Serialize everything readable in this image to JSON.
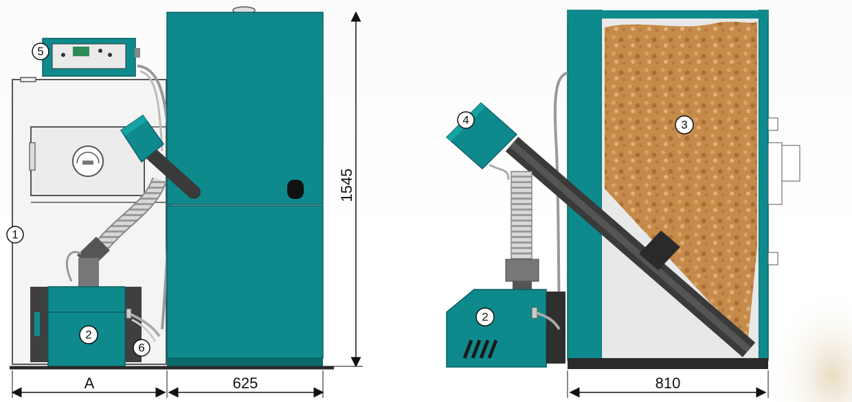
{
  "callouts": {
    "c1": "1",
    "c2_front": "2",
    "c2_side": "2",
    "c3": "3",
    "c4": "4",
    "c5": "5",
    "c6": "6"
  },
  "dimensions": {
    "height": "1545",
    "width_a": "A",
    "width_hopper": "625",
    "depth_hopper": "810"
  },
  "colors": {
    "teal": "#0e8a8d",
    "teal_dark": "#0a6a6d",
    "boiler_body": "#f4f4f4",
    "auger_dark": "#3a3a3a",
    "pellet": "#c8904e",
    "base": "#2a2a2a"
  }
}
